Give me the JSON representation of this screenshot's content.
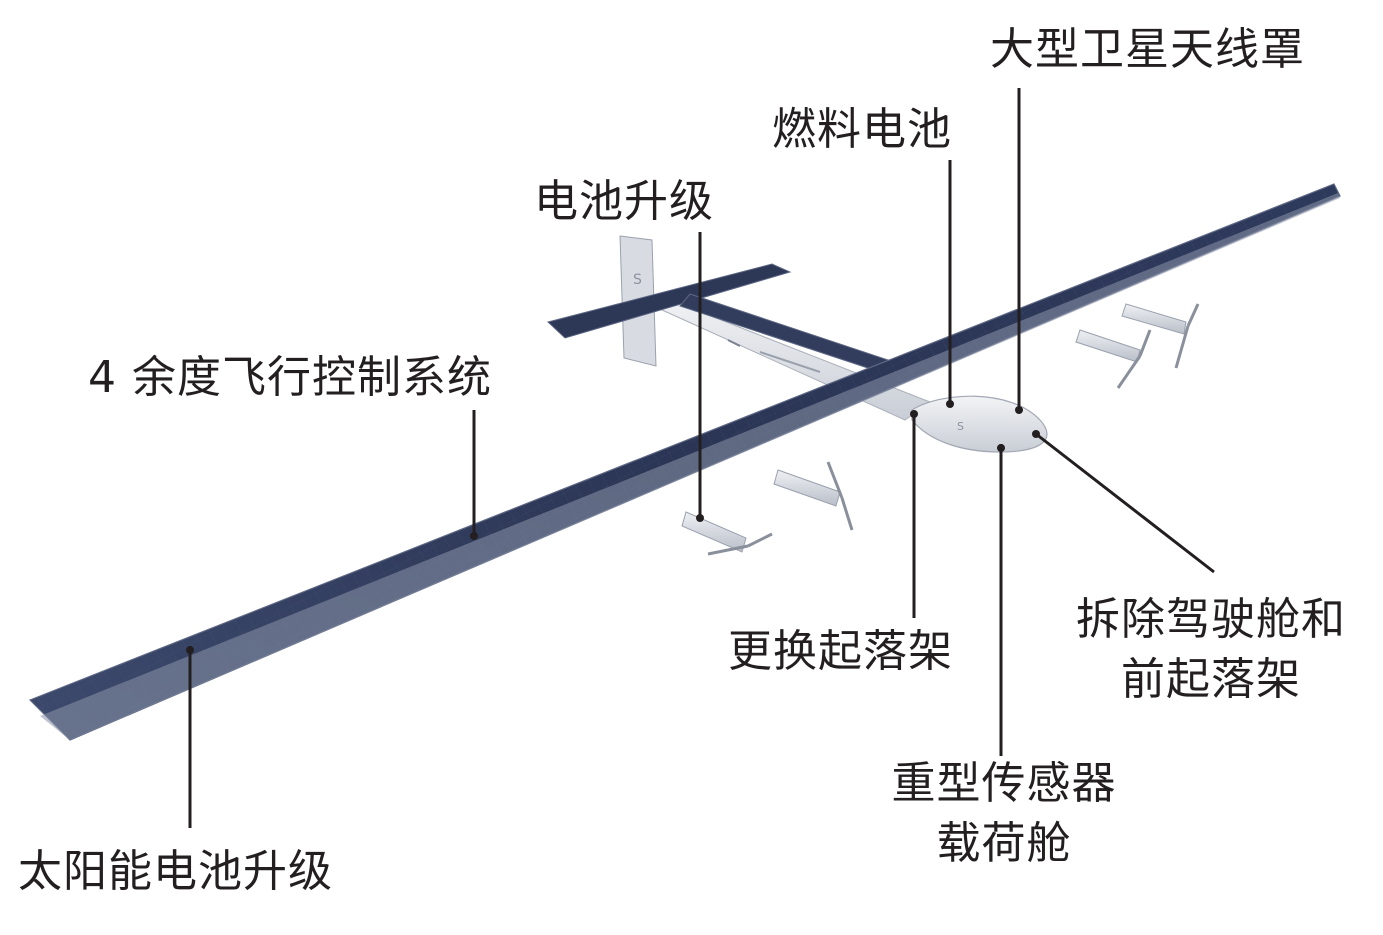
{
  "callouts": {
    "radome": "大型卫星天线罩",
    "fuel_cell": "燃料电池",
    "battery_upgrade": "电池升级",
    "flight_control": "4 余度飞行控制系统",
    "solar_upgrade": "太阳能电池升级",
    "landing_gear": "更换起落架",
    "cockpit_removal_line1": "拆除驾驶舱和",
    "cockpit_removal_line2": "前起落架",
    "sensor_pod_line1": "重型传感器",
    "sensor_pod_line2": "载荷舱"
  },
  "colors": {
    "wing_dark": "#2a3350",
    "wing_mid": "#3a4668",
    "wing_edge": "#5d6783",
    "fuselage": "#d9dde2",
    "leader_line": "#231f20",
    "text": "#231f20"
  }
}
